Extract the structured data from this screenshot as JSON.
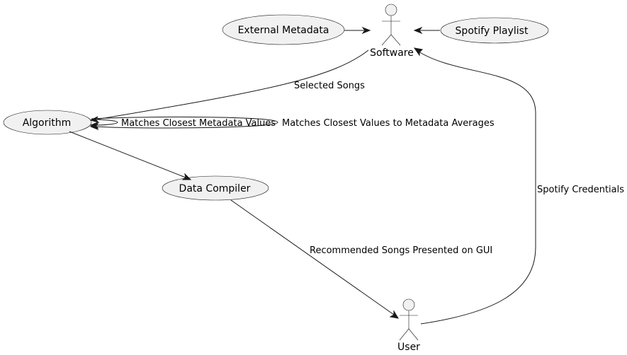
{
  "diagram": {
    "actors": {
      "software": "Software",
      "user": "User"
    },
    "usecases": {
      "external_metadata": "External Metadata",
      "spotify_playlist": "Spotify Playlist",
      "algorithm": "Algorithm",
      "data_compiler": "Data Compiler"
    },
    "edges": {
      "selected_songs": "Selected Songs",
      "matches_closest_metadata_values": "Matches Closest Metadata Values",
      "matches_closest_values_to_metadata_averages": "Matches Closest Values to Metadata Averages",
      "spotify_credentials": "Spotify Credentials",
      "recommended_songs_presented_on_gui": "Recommended Songs Presented on GUI"
    }
  }
}
